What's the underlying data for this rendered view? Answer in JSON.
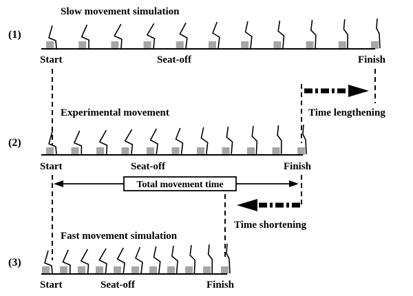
{
  "rows": [
    {
      "number": "(1)",
      "heading": "Slow movement simulation",
      "start_label": "Start",
      "seat_label": "Seat-off",
      "finish_label": "Finish",
      "figure_count": 11
    },
    {
      "number": "(2)",
      "heading": "Experimental movement",
      "start_label": "Start",
      "seat_label": "Seat-off",
      "finish_label": "Finish",
      "figure_count": 11
    },
    {
      "number": "(3)",
      "heading": "Fast movement simulation",
      "start_label": "Start",
      "seat_label": "Seat-off",
      "finish_label": "Finish",
      "figure_count": 11
    }
  ],
  "annotations": {
    "lengthening": "Time lengthening",
    "shortening": "Time shortening",
    "total_time": "Total movement time"
  },
  "colors": {
    "ink": "#000000",
    "chair": "#a6a6a6",
    "background": "#ffffff"
  }
}
